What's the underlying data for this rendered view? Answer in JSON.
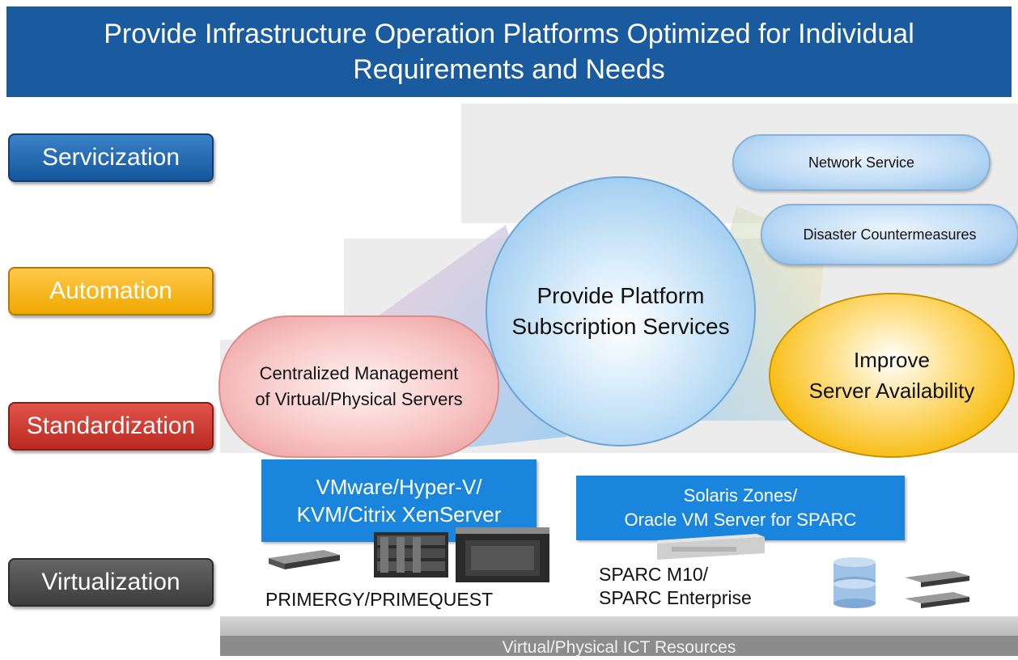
{
  "title": "Provide Infrastructure Operation Platforms Optimized for Individual\nRequirements and Needs",
  "levels": {
    "servicization": "Servicization",
    "automation": "Automation",
    "standardization": "Standardization",
    "virtualization": "Virtualization"
  },
  "services": {
    "network": "Network Service",
    "disaster": "Disaster Countermeasures",
    "platform": "Provide Platform\nSubscription Services",
    "centralized": "Centralized Management\nof Virtual/Physical Servers",
    "availability": "Improve\nServer Availability"
  },
  "virtualization": {
    "hypervisors": "VMware/Hyper-V/\nKVM/Citrix XenServer",
    "solaris": "Solaris Zones/\nOracle VM Server for SPARC",
    "primergy": "PRIMERGY/PRIMEQUEST",
    "sparc": "SPARC M10/\nSPARC Enterprise"
  },
  "base": "Virtual/Physical ICT Resources",
  "colors": {
    "banner": "#1a5b9f",
    "servicization": "#14569c",
    "automation": "#f0a800",
    "standardization": "#bb2a22",
    "virtualization": "#3c3c3c",
    "vbox": "#1a85dc"
  }
}
